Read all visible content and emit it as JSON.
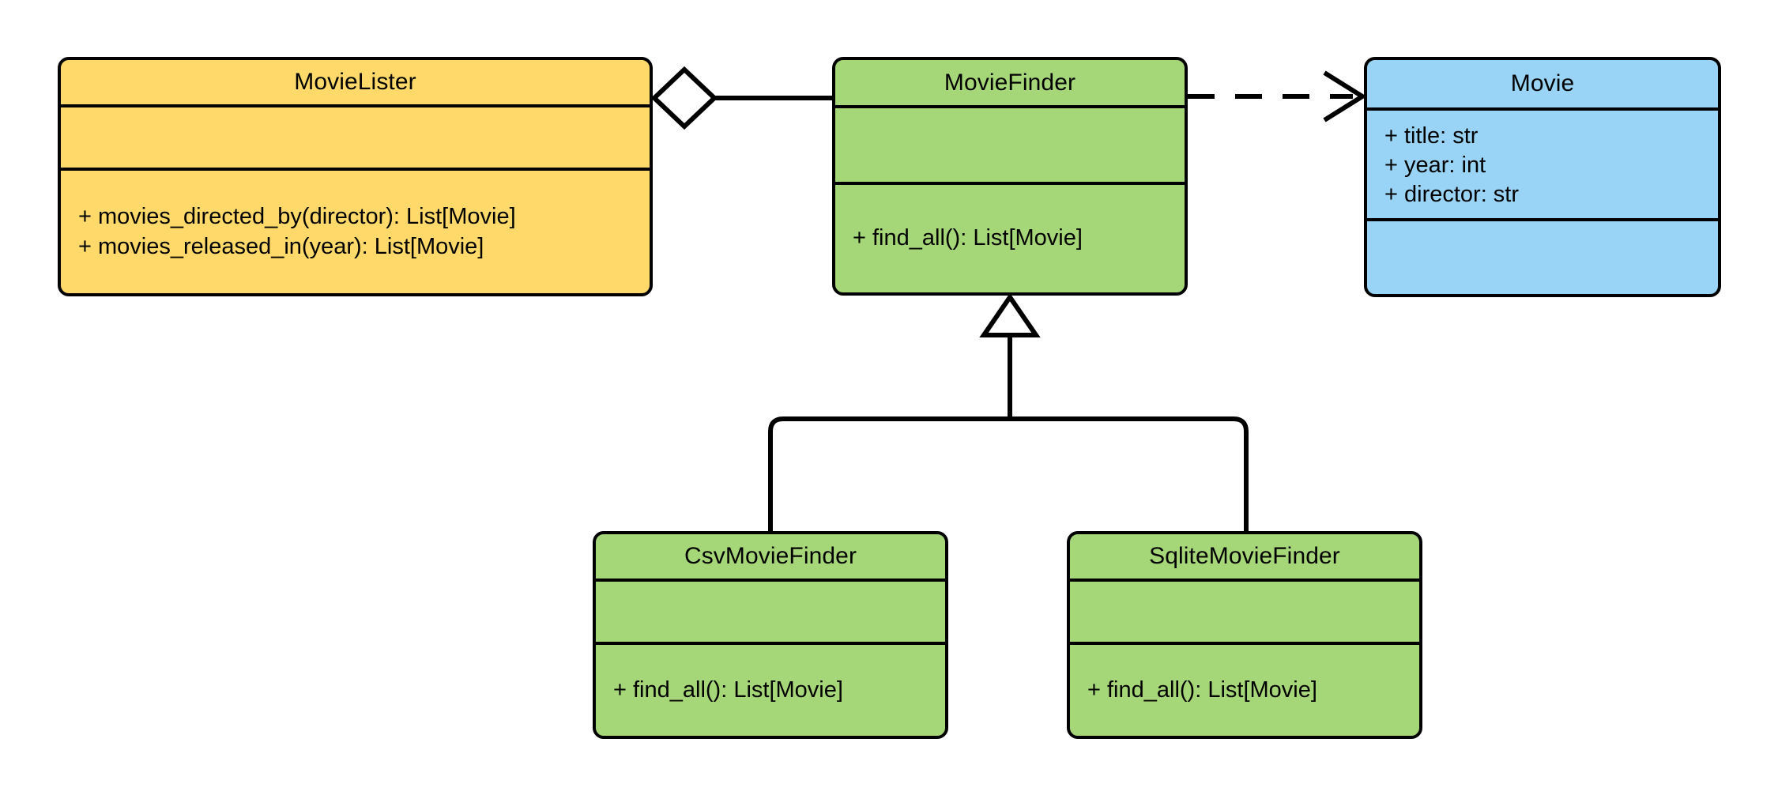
{
  "diagram": {
    "title": "MovieLister UML Class Diagram",
    "type": "uml-class-diagram",
    "background": "#FFFFFF",
    "stroke_color": "#000000"
  },
  "palette": {
    "yellow": "#FFDA6B",
    "green": "#A5D778",
    "blue": "#99D3F5",
    "outline": "#000000",
    "white": "#FFFFFF"
  },
  "classes": [
    {
      "id": "movie-lister",
      "name": "MovieLister",
      "fill": "#FFDA6B",
      "attributes": [],
      "methods": [
        "+ movies_directed_by(director): List[Movie]",
        "+ movies_released_in(year): List[Movie]"
      ]
    },
    {
      "id": "movie-finder",
      "name": "MovieFinder",
      "fill": "#A5D778",
      "attributes": [],
      "methods": [
        "+ find_all(): List[Movie]"
      ]
    },
    {
      "id": "movie",
      "name": "Movie",
      "fill": "#99D3F5",
      "attributes": [
        "+ title: str",
        "+ year: int",
        "+ director: str"
      ],
      "methods": []
    },
    {
      "id": "csv-movie-finder",
      "name": "CsvMovieFinder",
      "fill": "#A5D778",
      "attributes": [],
      "methods": [
        "+ find_all(): List[Movie]"
      ]
    },
    {
      "id": "sqlite-movie-finder",
      "name": "SqliteMovieFinder",
      "fill": "#A5D778",
      "attributes": [],
      "methods": [
        "+ find_all(): List[Movie]"
      ]
    }
  ],
  "relationships": [
    {
      "id": "lister-aggregates-finder",
      "kind": "aggregation",
      "from": "MovieLister",
      "to": "MovieFinder",
      "line_style": "solid",
      "source_marker": "hollow-diamond",
      "target_marker": "none"
    },
    {
      "id": "finder-depends-movie",
      "kind": "dependency",
      "from": "MovieFinder",
      "to": "Movie",
      "line_style": "dashed",
      "source_marker": "none",
      "target_marker": "open-arrow"
    },
    {
      "id": "csv-inherits-finder",
      "kind": "generalization",
      "from": "CsvMovieFinder",
      "to": "MovieFinder",
      "line_style": "solid",
      "source_marker": "none",
      "target_marker": "hollow-triangle"
    },
    {
      "id": "sqlite-inherits-finder",
      "kind": "generalization",
      "from": "SqliteMovieFinder",
      "to": "MovieFinder",
      "line_style": "solid",
      "source_marker": "none",
      "target_marker": "hollow-triangle"
    }
  ]
}
